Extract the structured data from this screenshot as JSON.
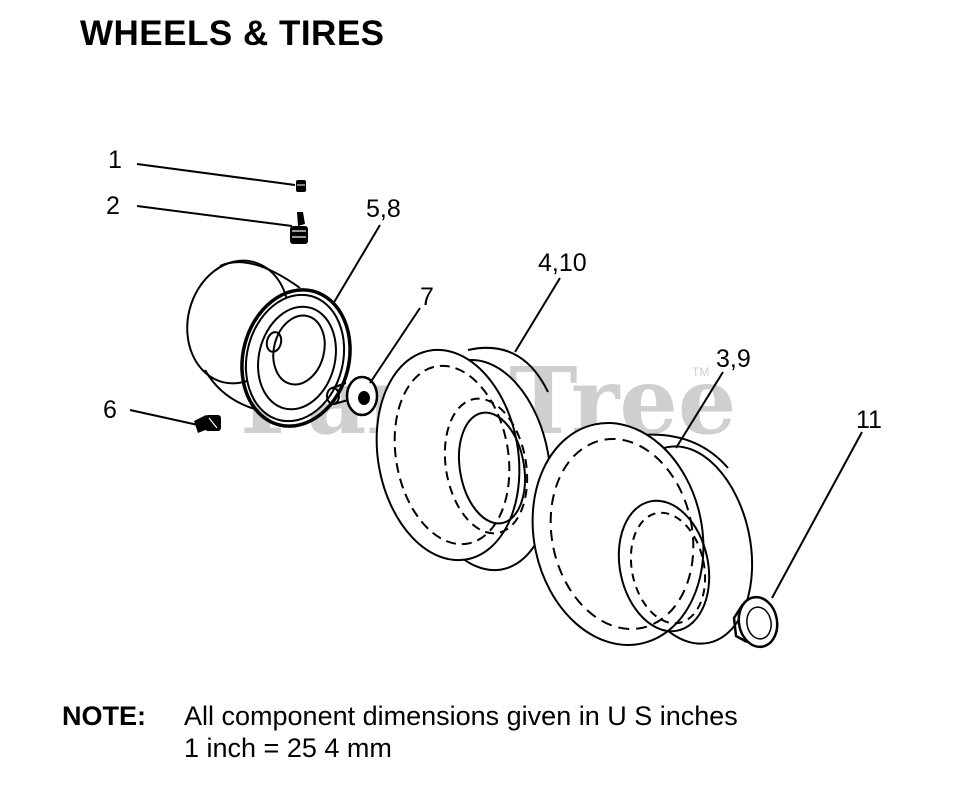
{
  "title": "WHEELS & TIRES",
  "watermark": {
    "text": "PartsTree",
    "trademark": "TM"
  },
  "callouts": {
    "c1": "1",
    "c2": "2",
    "c58": "5,8",
    "c7": "7",
    "c410": "4,10",
    "c39": "3,9",
    "c6": "6",
    "c11": "11"
  },
  "note": {
    "label": "NOTE:",
    "line1": "All component dimensions given in U S  inches",
    "line2": "1 inch = 25 4 mm"
  }
}
